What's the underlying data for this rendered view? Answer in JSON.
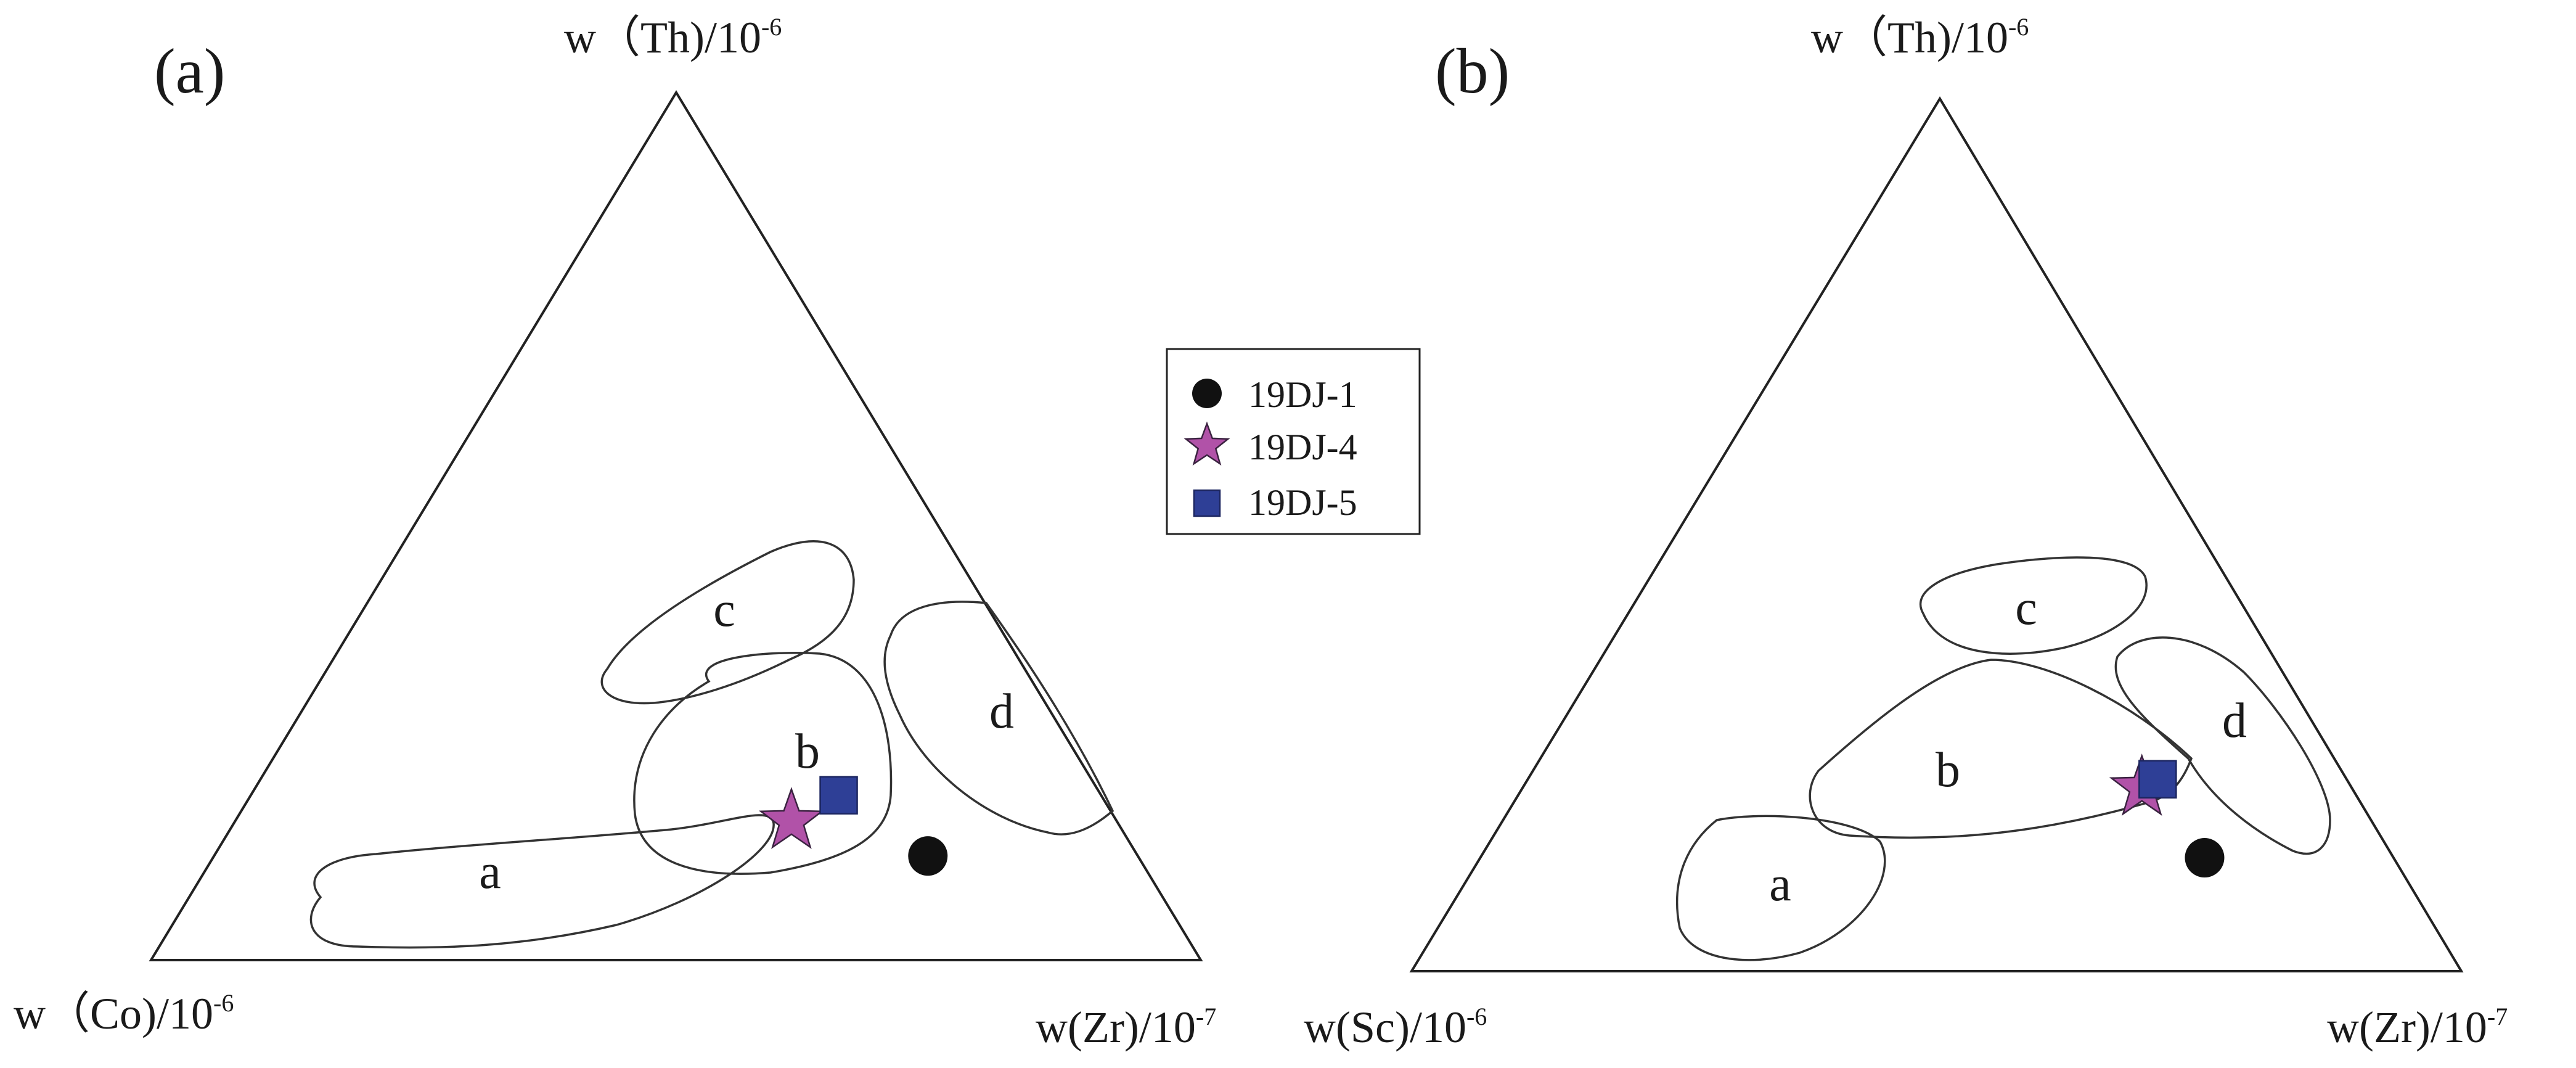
{
  "legend": {
    "items": [
      {
        "label": "19DJ-1",
        "marker": "circle",
        "color": "#111111"
      },
      {
        "label": "19DJ-4",
        "marker": "star",
        "color": "#b152a8"
      },
      {
        "label": "19DJ-5",
        "marker": "square",
        "color": "#2e3f96"
      }
    ]
  },
  "chart_data": [
    {
      "type": "scatter",
      "panel": "(a)",
      "ternary": true,
      "axes": {
        "top": {
          "label": "w（Th)/10",
          "exp": "-6"
        },
        "left": {
          "label": "w（Co)/10",
          "exp": "-6"
        },
        "right": {
          "label": "w(Zr)/10",
          "exp": "-7"
        }
      },
      "fields": [
        {
          "label": "a"
        },
        {
          "label": "b"
        },
        {
          "label": "c"
        },
        {
          "label": "d"
        }
      ],
      "points": [
        {
          "sample": "19DJ-1",
          "top": 0.12,
          "left": 0.2,
          "right": 0.68
        },
        {
          "sample": "19DJ-4",
          "top": 0.16,
          "left": 0.31,
          "right": 0.53
        },
        {
          "sample": "19DJ-5",
          "top": 0.19,
          "left": 0.25,
          "right": 0.56
        }
      ]
    },
    {
      "type": "scatter",
      "panel": "(b)",
      "ternary": true,
      "axes": {
        "top": {
          "label": "w（Th)/10",
          "exp": "-6"
        },
        "left": {
          "label": "w(Sc)/10",
          "exp": "-6"
        },
        "right": {
          "label": "w(Zr)/10",
          "exp": "-7"
        }
      },
      "fields": [
        {
          "label": "a"
        },
        {
          "label": "b"
        },
        {
          "label": "c"
        },
        {
          "label": "d"
        }
      ],
      "points": [
        {
          "sample": "19DJ-1",
          "top": 0.13,
          "left": 0.18,
          "right": 0.69
        },
        {
          "sample": "19DJ-4",
          "top": 0.21,
          "left": 0.2,
          "right": 0.59
        },
        {
          "sample": "19DJ-5",
          "top": 0.22,
          "left": 0.18,
          "right": 0.6
        }
      ]
    }
  ]
}
